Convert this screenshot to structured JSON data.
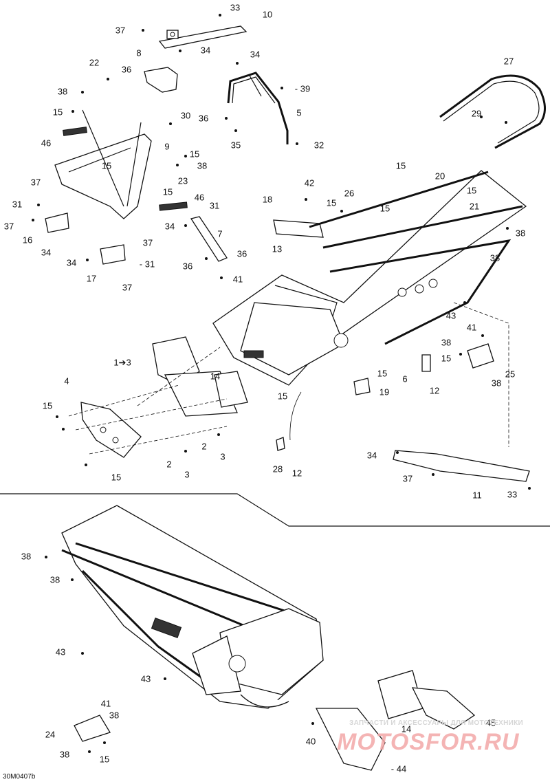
{
  "drawing_id": "30M0407b",
  "watermark": {
    "small": "ЗАПЧАСТИ И АКСЕССУАРЫ ДЛЯ МОТОТЕХНИКИ",
    "big": "MOTOSFOR.RU"
  },
  "callouts": [
    {
      "id": "c33a",
      "text": "33"
    },
    {
      "id": "c10",
      "text": "10"
    },
    {
      "id": "c37a",
      "text": "37"
    },
    {
      "id": "c34a",
      "text": "34"
    },
    {
      "id": "c8",
      "text": "8"
    },
    {
      "id": "c34b",
      "text": "34"
    },
    {
      "id": "c22",
      "text": "22"
    },
    {
      "id": "c36a",
      "text": "36"
    },
    {
      "id": "c38a",
      "text": "38"
    },
    {
      "id": "c39",
      "text": "- 39"
    },
    {
      "id": "c15a",
      "text": "15"
    },
    {
      "id": "c5",
      "text": "5"
    },
    {
      "id": "c27",
      "text": "27"
    },
    {
      "id": "c30",
      "text": "30"
    },
    {
      "id": "c36b",
      "text": "36"
    },
    {
      "id": "c35",
      "text": "35"
    },
    {
      "id": "c29",
      "text": "29"
    },
    {
      "id": "c46a",
      "text": "46"
    },
    {
      "id": "c9",
      "text": "9"
    },
    {
      "id": "c32",
      "text": "32"
    },
    {
      "id": "c15b",
      "text": "15"
    },
    {
      "id": "c15c",
      "text": "15"
    },
    {
      "id": "c38b",
      "text": "38"
    },
    {
      "id": "c15d",
      "text": "15"
    },
    {
      "id": "c20",
      "text": "20"
    },
    {
      "id": "c37b",
      "text": "37"
    },
    {
      "id": "c23",
      "text": "23"
    },
    {
      "id": "c15e",
      "text": "15"
    },
    {
      "id": "c42",
      "text": "42"
    },
    {
      "id": "c26",
      "text": "26"
    },
    {
      "id": "c15f",
      "text": "15"
    },
    {
      "id": "c46b",
      "text": "46"
    },
    {
      "id": "c18",
      "text": "18"
    },
    {
      "id": "c15g",
      "text": "15"
    },
    {
      "id": "c15h",
      "text": "15"
    },
    {
      "id": "c21",
      "text": "21"
    },
    {
      "id": "c31a",
      "text": "31"
    },
    {
      "id": "c31b",
      "text": "31"
    },
    {
      "id": "c37c",
      "text": "37"
    },
    {
      "id": "c34c",
      "text": "34"
    },
    {
      "id": "c7",
      "text": "7"
    },
    {
      "id": "c38c",
      "text": "38"
    },
    {
      "id": "c16",
      "text": "16"
    },
    {
      "id": "c13",
      "text": "13"
    },
    {
      "id": "c34d",
      "text": "34"
    },
    {
      "id": "c37d",
      "text": "37"
    },
    {
      "id": "c38d",
      "text": "38"
    },
    {
      "id": "c34e",
      "text": "34"
    },
    {
      "id": "c36c",
      "text": "36"
    },
    {
      "id": "c36d",
      "text": "36"
    },
    {
      "id": "c31c",
      "text": "- 31"
    },
    {
      "id": "c17",
      "text": "17"
    },
    {
      "id": "c41a",
      "text": "41"
    },
    {
      "id": "c37e",
      "text": "37"
    },
    {
      "id": "c43a",
      "text": "43"
    },
    {
      "id": "c41b",
      "text": "41"
    },
    {
      "id": "c38e",
      "text": "38"
    },
    {
      "id": "c13b",
      "text": "1➔3"
    },
    {
      "id": "c15i",
      "text": "15"
    },
    {
      "id": "c25",
      "text": "25"
    },
    {
      "id": "c14a",
      "text": "14"
    },
    {
      "id": "c6",
      "text": "6"
    },
    {
      "id": "c38f",
      "text": "38"
    },
    {
      "id": "c15j",
      "text": "15"
    },
    {
      "id": "c4",
      "text": "4"
    },
    {
      "id": "c19",
      "text": "19"
    },
    {
      "id": "c12a",
      "text": "12"
    },
    {
      "id": "c15k",
      "text": "15"
    },
    {
      "id": "c15l",
      "text": "15"
    },
    {
      "id": "c2a",
      "text": "2"
    },
    {
      "id": "c3a",
      "text": "3"
    },
    {
      "id": "c2b",
      "text": "2"
    },
    {
      "id": "c34f",
      "text": "34"
    },
    {
      "id": "c3b",
      "text": "3"
    },
    {
      "id": "c28",
      "text": "28"
    },
    {
      "id": "c12b",
      "text": "12"
    },
    {
      "id": "c37f",
      "text": "37"
    },
    {
      "id": "c15m",
      "text": "15"
    },
    {
      "id": "c11",
      "text": "11"
    },
    {
      "id": "c33b",
      "text": "33"
    },
    {
      "id": "c38g",
      "text": "38"
    },
    {
      "id": "c38h",
      "text": "38"
    },
    {
      "id": "c43b",
      "text": "43"
    },
    {
      "id": "c43c",
      "text": "43"
    },
    {
      "id": "c41c",
      "text": "41"
    },
    {
      "id": "c38i",
      "text": "38"
    },
    {
      "id": "c45",
      "text": "45"
    },
    {
      "id": "c24",
      "text": "24"
    },
    {
      "id": "c14b",
      "text": "14"
    },
    {
      "id": "c40",
      "text": "40"
    },
    {
      "id": "c38j",
      "text": "38"
    },
    {
      "id": "c15n",
      "text": "15"
    },
    {
      "id": "c44",
      "text": "- 44"
    }
  ]
}
